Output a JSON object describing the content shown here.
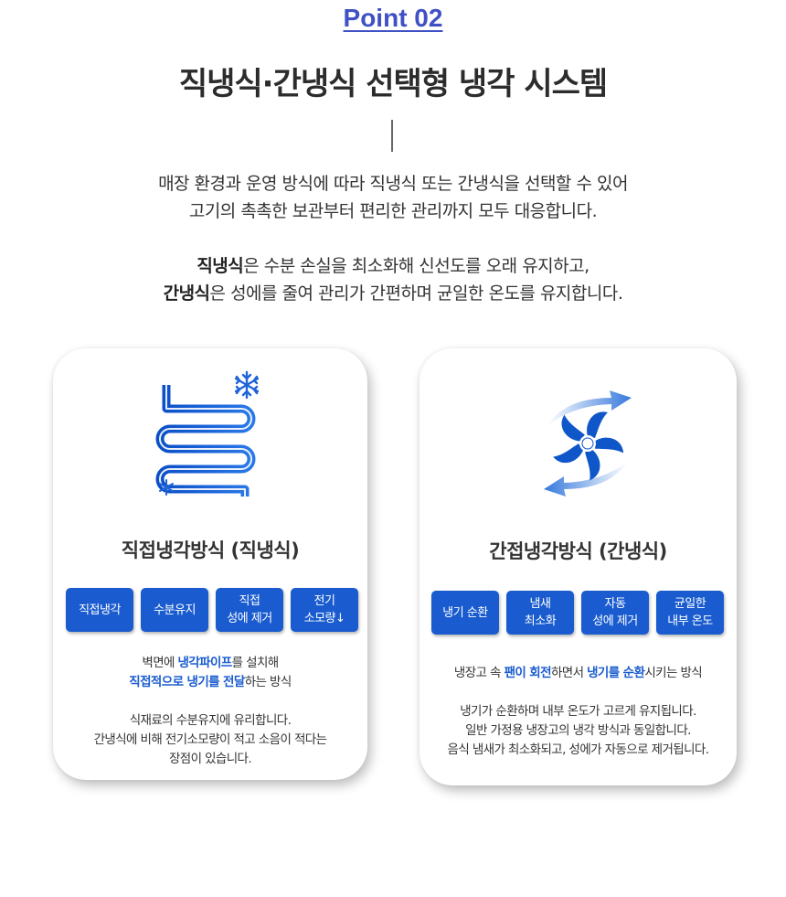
{
  "header": {
    "point_label": "Point 02",
    "title": "직냉식·간냉식 선택형 냉각 시스템"
  },
  "intro": {
    "line1": "매장 환경과 운영 방식에 따라 직냉식 또는 간냉식을 선택할 수 있어",
    "line2": "고기의 촉촉한 보관부터 편리한 관리까지 모두 대응합니다.",
    "line3_bold": "직냉식",
    "line3_rest": "은 수분 손실을 최소화해 신선도를 오래 유지하고,",
    "line4_bold": "간냉식",
    "line4_rest": "은 성에를 줄여 관리가 간편하며 균일한 온도를 유지합니다."
  },
  "cards": {
    "direct": {
      "icon": "cooling-coil-snowflake-icon",
      "title": "직접냉각방식 (직냉식)",
      "chips": [
        "직접냉각",
        "수분유지",
        "직접\n성에 제거",
        "전기\n소모량↓"
      ],
      "desc": {
        "l1_a": "벽면에 ",
        "l1_hl": "냉각파이프",
        "l1_b": "를 설치해",
        "l2_hl": "직접적으로 냉기를 전달",
        "l2_b": "하는 방식",
        "l3": "식재료의 수분유지에 유리합니다.",
        "l4": "간냉식에 비해 전기소모량이 적고 소음이 적다는",
        "l5": "장점이 있습니다."
      }
    },
    "indirect": {
      "icon": "fan-circulation-icon",
      "title": "간접냉각방식 (간냉식)",
      "chips": [
        "냉기 순환",
        "냄새\n최소화",
        "자동\n성에 제거",
        "균일한\n내부 온도"
      ],
      "desc": {
        "l1_a": "냉장고 속 ",
        "l1_hl1": "팬이 회전",
        "l1_b": "하면서 ",
        "l1_hl2": "냉기를 순환",
        "l1_c": "시키는 방식",
        "l2": "냉기가 순환하며 내부 온도가 고르게 유지됩니다.",
        "l3": "일반 가정용 냉장고의 냉각 방식과 동일합니다.",
        "l4": "음식 냄새가 최소화되고, 성에가 자동으로 제거됩니다."
      }
    }
  },
  "colors": {
    "accent": "#1a5ccf",
    "point_label": "#3f51c4"
  }
}
